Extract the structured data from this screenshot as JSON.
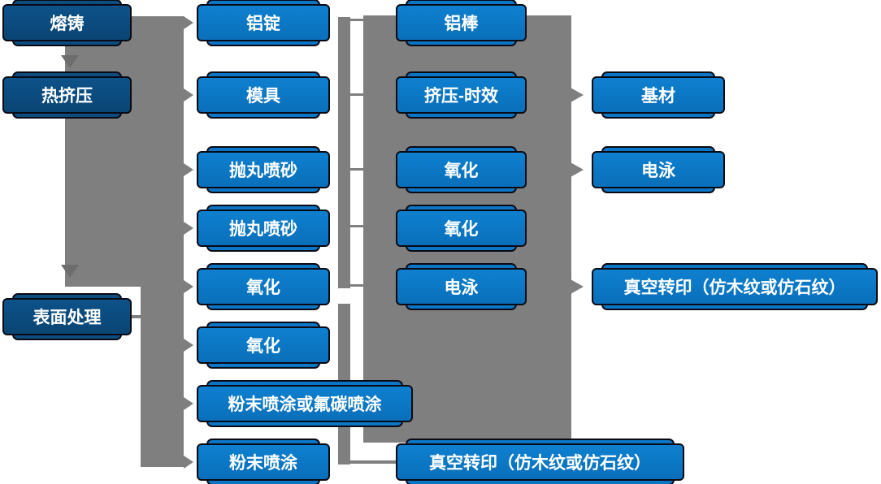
{
  "diagram": {
    "kind": "flowchart",
    "palette": {
      "navy_box": "#0C4C7F",
      "blue_box": "#0B76C5",
      "connector_gray": "#7F7F7F",
      "arrow_dark_gray": "#6D6D6D",
      "box_outline": "#0A0A14",
      "text": "#FFFFFF",
      "background": "#FFFFFF"
    },
    "nodes": {
      "col1": [
        "熔铸",
        "热挤压",
        "表面处理"
      ],
      "col2": [
        "铝锭",
        "模具",
        "抛丸喷砂",
        "抛丸喷砂",
        "氧化",
        "氧化",
        "粉末喷涂或氟碳喷涂",
        "粉末喷涂"
      ],
      "col3": [
        "铝棒",
        "挤压-时效",
        "氧化",
        "氧化",
        "电泳"
      ],
      "col4": [
        "基材",
        "电泳",
        "真空转印（仿木纹或仿石纹）"
      ],
      "bottom": [
        "真空转印（仿木纹或仿石纹）"
      ]
    }
  }
}
